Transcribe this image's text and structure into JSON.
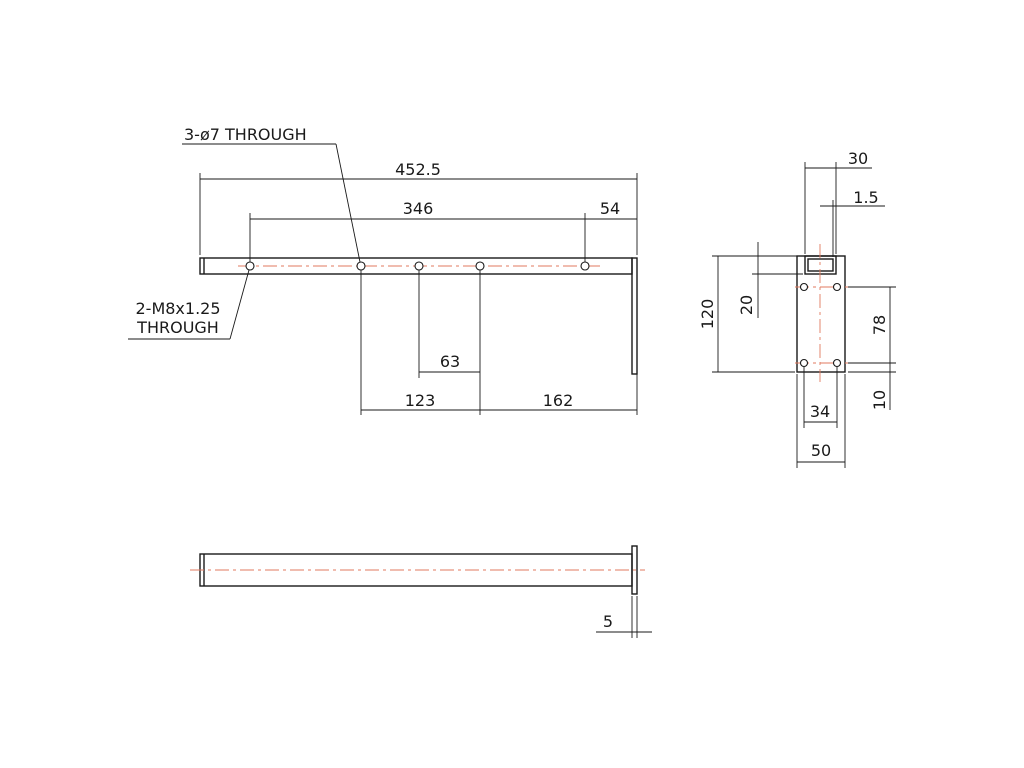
{
  "colors": {
    "line": "#1a1a1a",
    "centerline": "#e07a5f",
    "background": "#ffffff"
  },
  "front_view": {
    "dim_overall": "452.5",
    "dim_hole_span": "346",
    "dim_end_offset": "54",
    "dim_hole_spacing_63": "63",
    "dim_hole_spacing_123": "123",
    "dim_hole_spacing_162": "162",
    "note_through_holes": "3-ø7 THROUGH",
    "note_threaded_line1": "2-M8x1.25",
    "note_threaded_line2": "THROUGH"
  },
  "side_view": {
    "dim_tube_width": "30",
    "dim_wall": "1.5",
    "dim_tube_height": "20",
    "dim_plate_height": "120",
    "dim_hole_vertical": "78",
    "dim_hole_edge": "10",
    "dim_hole_horizontal": "34",
    "dim_plate_width": "50"
  },
  "top_view": {
    "dim_plate_thickness": "5"
  }
}
